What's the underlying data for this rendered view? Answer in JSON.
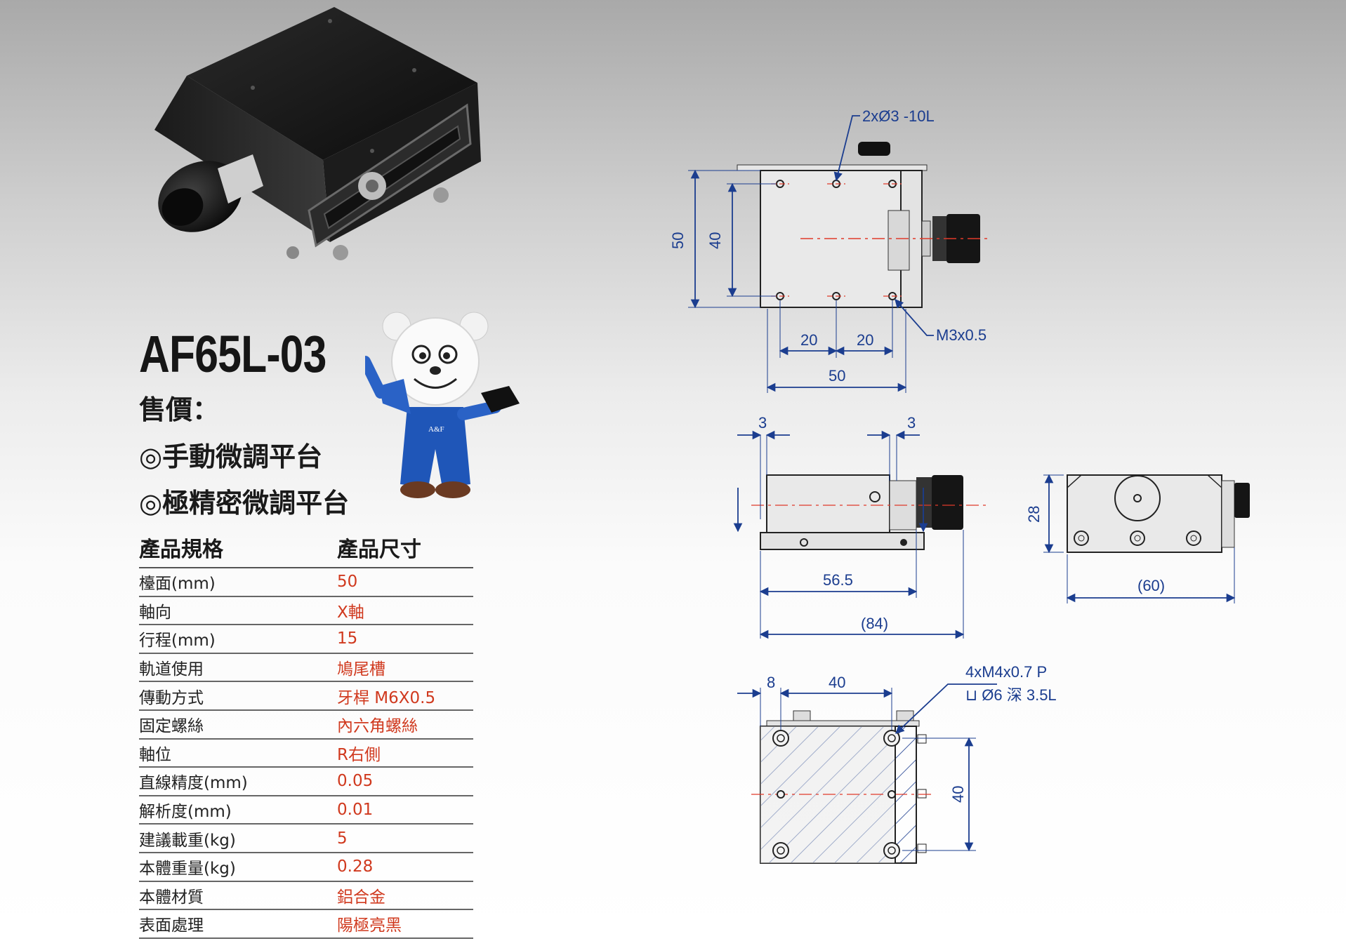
{
  "product": {
    "model": "AF65L-03",
    "price_label": "售價：",
    "features": [
      "◎手動微調平台",
      "◎極精密微調平台"
    ],
    "mascot_logo": "A&F"
  },
  "spec_table": {
    "header_name": "產品規格",
    "header_value": "產品尺寸",
    "rows": [
      {
        "name": "檯面(mm)",
        "value": "50"
      },
      {
        "name": "軸向",
        "value": "X軸"
      },
      {
        "name": "行程(mm)",
        "value": "15"
      },
      {
        "name": "軌道使用",
        "value": "鳩尾槽"
      },
      {
        "name": "傳動方式",
        "value": "牙桿 M6X0.5"
      },
      {
        "name": "固定螺絲",
        "value": "內六角螺絲"
      },
      {
        "name": "軸位",
        "value": "R右側"
      },
      {
        "name": "直線精度(mm)",
        "value": "0.05"
      },
      {
        "name": "解析度(mm)",
        "value": "0.01"
      },
      {
        "name": "建議載重(kg)",
        "value": "5"
      },
      {
        "name": "本體重量(kg)",
        "value": "0.28"
      },
      {
        "name": "本體材質",
        "value": "鋁合金"
      },
      {
        "name": "表面處理",
        "value": "陽極亮黑"
      }
    ]
  },
  "drawing": {
    "top_view": {
      "hole_note": "2xØ3 -10L",
      "thread_note": "M3x0.5",
      "dim_height_outer": "50",
      "dim_height_inner": "40",
      "dim_pitch_1": "20",
      "dim_pitch_2": "20",
      "dim_width": "50"
    },
    "front_view": {
      "dim_left": "3",
      "dim_right": "3",
      "dim_length": "56.5",
      "dim_overall": "(84)"
    },
    "side_view": {
      "dim_height": "28",
      "dim_width": "(60)"
    },
    "bottom_view": {
      "dim_edge": "8",
      "dim_pitch": "40",
      "hole_note_1": "4xM4x0.7 P",
      "hole_note_2": "⊔ Ø6 深 3.5L",
      "dim_vertical": "40"
    }
  },
  "colors": {
    "dimension_blue": "#1b3d8f",
    "value_red": "#d0391e",
    "centerline_red": "#e03a2a"
  }
}
